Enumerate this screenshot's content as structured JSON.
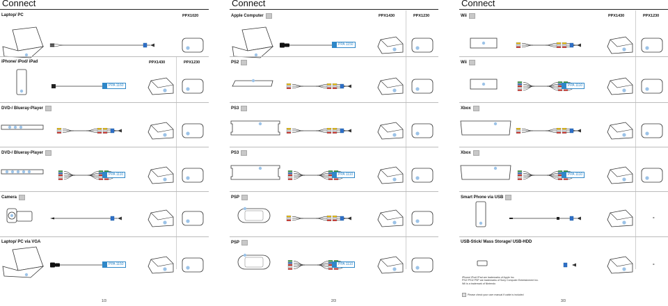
{
  "pages": [
    {
      "title": "Connect",
      "page_no": "1/3",
      "sections": [
        {
          "label": "Laptop/ PC",
          "has_icon": false,
          "cols": [
            "PPX1020"
          ],
          "device": "laptop",
          "cable": "audio",
          "tag": "",
          "proj": [
            true
          ]
        },
        {
          "label": "iPhone/ iPod/ iPad",
          "has_icon": false,
          "cols": [
            "PPX1430",
            "PPX1230"
          ],
          "device": "phone",
          "cable": "dock",
          "tag": "PPA 1160",
          "proj": [
            true,
            true
          ]
        },
        {
          "label": "DVD-/ Blueray-Player",
          "has_icon": true,
          "cols": [],
          "device": "dvd3",
          "cable": "rca3",
          "tag": "",
          "proj": [
            true,
            true
          ]
        },
        {
          "label": "DVD-/ Blueray-Player",
          "has_icon": true,
          "cols": [],
          "device": "dvd5",
          "cable": "comp",
          "tag": "PPA 1110",
          "proj": [
            true,
            true
          ]
        },
        {
          "label": "Camera",
          "has_icon": true,
          "cols": [],
          "device": "camera",
          "cable": "mini",
          "tag": "",
          "proj": [
            true,
            true
          ]
        },
        {
          "label": "Laptop/ PC via VGA",
          "has_icon": false,
          "cols": [],
          "device": "laptop",
          "cable": "vga",
          "tag": "PPA 1150",
          "proj": [
            true,
            true
          ]
        }
      ]
    },
    {
      "title": "Connect",
      "page_no": "2/3",
      "sections": [
        {
          "label": "Apple Computer",
          "has_icon": true,
          "cols": [
            "PPX1430",
            "PPX1230"
          ],
          "device": "laptop",
          "cable": "vga",
          "tag": "PPA 1150",
          "proj": [
            true,
            true
          ]
        },
        {
          "label": "PS2",
          "has_icon": true,
          "cols": [],
          "device": "flat",
          "cable": "rca3",
          "tag": "",
          "proj": [
            true,
            true
          ]
        },
        {
          "label": "PS3",
          "has_icon": true,
          "cols": [],
          "device": "console",
          "cable": "rca3",
          "tag": "",
          "proj": [
            true,
            true
          ]
        },
        {
          "label": "PS3",
          "has_icon": true,
          "cols": [],
          "device": "console",
          "cable": "comp",
          "tag": "PPA 1110",
          "proj": [
            true,
            true
          ]
        },
        {
          "label": "PSP",
          "has_icon": true,
          "cols": [],
          "device": "psp",
          "cable": "rca3",
          "tag": "",
          "proj": [
            true,
            true
          ]
        },
        {
          "label": "PSP",
          "has_icon": true,
          "cols": [],
          "device": "psp",
          "cable": "comp",
          "tag": "PPA 1110",
          "proj": [
            true,
            true
          ]
        }
      ]
    },
    {
      "title": "Connect",
      "page_no": "3/3",
      "sections": [
        {
          "label": "Wii",
          "has_icon": true,
          "cols": [
            "PPX1430",
            "PPX1230"
          ],
          "device": "wii",
          "cable": "rca3",
          "tag": "",
          "proj": [
            true,
            true
          ]
        },
        {
          "label": "Wii",
          "has_icon": true,
          "cols": [],
          "device": "wii",
          "cable": "comp",
          "tag": "PPA 1110",
          "proj": [
            true,
            true
          ]
        },
        {
          "label": "Xbox",
          "has_icon": true,
          "cols": [],
          "device": "xbox",
          "cable": "rca3",
          "tag": "",
          "proj": [
            true,
            true
          ]
        },
        {
          "label": "Xbox",
          "has_icon": true,
          "cols": [],
          "device": "xbox",
          "cable": "comp",
          "tag": "PPA 1110",
          "proj": [
            true,
            true
          ]
        },
        {
          "label": "Smart Phone via USB",
          "has_icon": true,
          "cols": [],
          "device": "phone",
          "cable": "usb",
          "tag": "",
          "proj": [
            true,
            false
          ],
          "dash": "-"
        },
        {
          "label": "USB-Stick/ Mass Storage/ USB-HDD",
          "has_icon": false,
          "cols": [],
          "device": "stick",
          "cable": "usbshort",
          "tag": "",
          "proj": [
            true,
            false
          ],
          "dash": "-"
        }
      ]
    }
  ],
  "footnotes": [
    "iPhone/ iPod/ iPad are trademarks of Apple Inc.",
    "PS2/ PS3/ PSP are trademarks of Sony Computer Entertainment Inc.",
    "Wii is a trademark of Nintendo"
  ],
  "cable_note": "Please check your user manual if cable is included",
  "colors": {
    "accent": "#2e87c8",
    "rca_yellow": "#f2c200",
    "rca_red": "#d9322b",
    "rca_white": "#e8e8e8",
    "comp_green": "#2e9b3f",
    "comp_blue": "#2e6fc8"
  }
}
